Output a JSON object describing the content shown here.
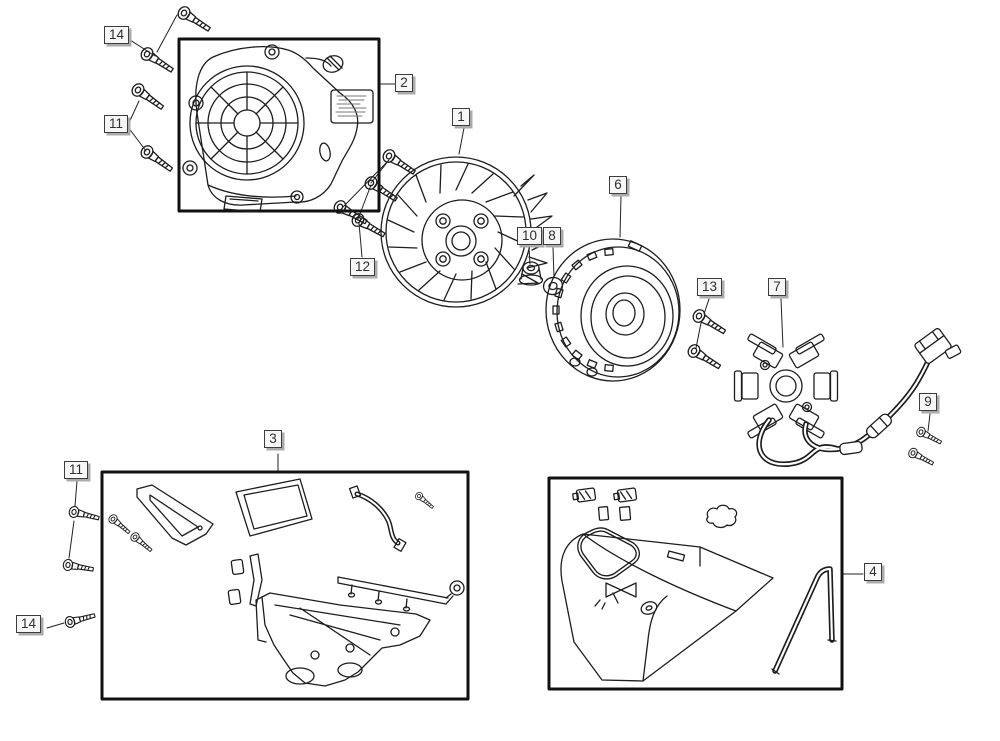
{
  "diagram": {
    "kind": "exploded-parts-diagram",
    "background_color": "#ffffff",
    "line_color": "#1d1d1d",
    "callout_style": {
      "background": "#f7f7f7",
      "border": "#3c3c3c",
      "shadow": "#aaaaaa",
      "text_color": "#2f2f2f"
    },
    "visible_part_numbers": [
      "1",
      "2",
      "3",
      "4",
      "6",
      "7",
      "8",
      "9",
      "10",
      "11",
      "12",
      "13",
      "14"
    ],
    "callouts": [
      {
        "id": "14-upper-left",
        "label": "14"
      },
      {
        "id": "11-upper-left",
        "label": "11"
      },
      {
        "id": "2-fan-cover",
        "label": "2"
      },
      {
        "id": "1-flywheel-fan",
        "label": "1"
      },
      {
        "id": "12-bolt-set",
        "label": "12"
      },
      {
        "id": "10-flange-nut",
        "label": "10"
      },
      {
        "id": "8-washer",
        "label": "8"
      },
      {
        "id": "6-rotor",
        "label": "6"
      },
      {
        "id": "13-bolt-pair",
        "label": "13"
      },
      {
        "id": "7-stator",
        "label": "7"
      },
      {
        "id": "9-screw-pair",
        "label": "9"
      },
      {
        "id": "3-bracket-kit",
        "label": "3"
      },
      {
        "id": "11-lower-left",
        "label": "11"
      },
      {
        "id": "14-lower-left",
        "label": "14"
      },
      {
        "id": "4-shroud-kit",
        "label": "4"
      }
    ]
  }
}
